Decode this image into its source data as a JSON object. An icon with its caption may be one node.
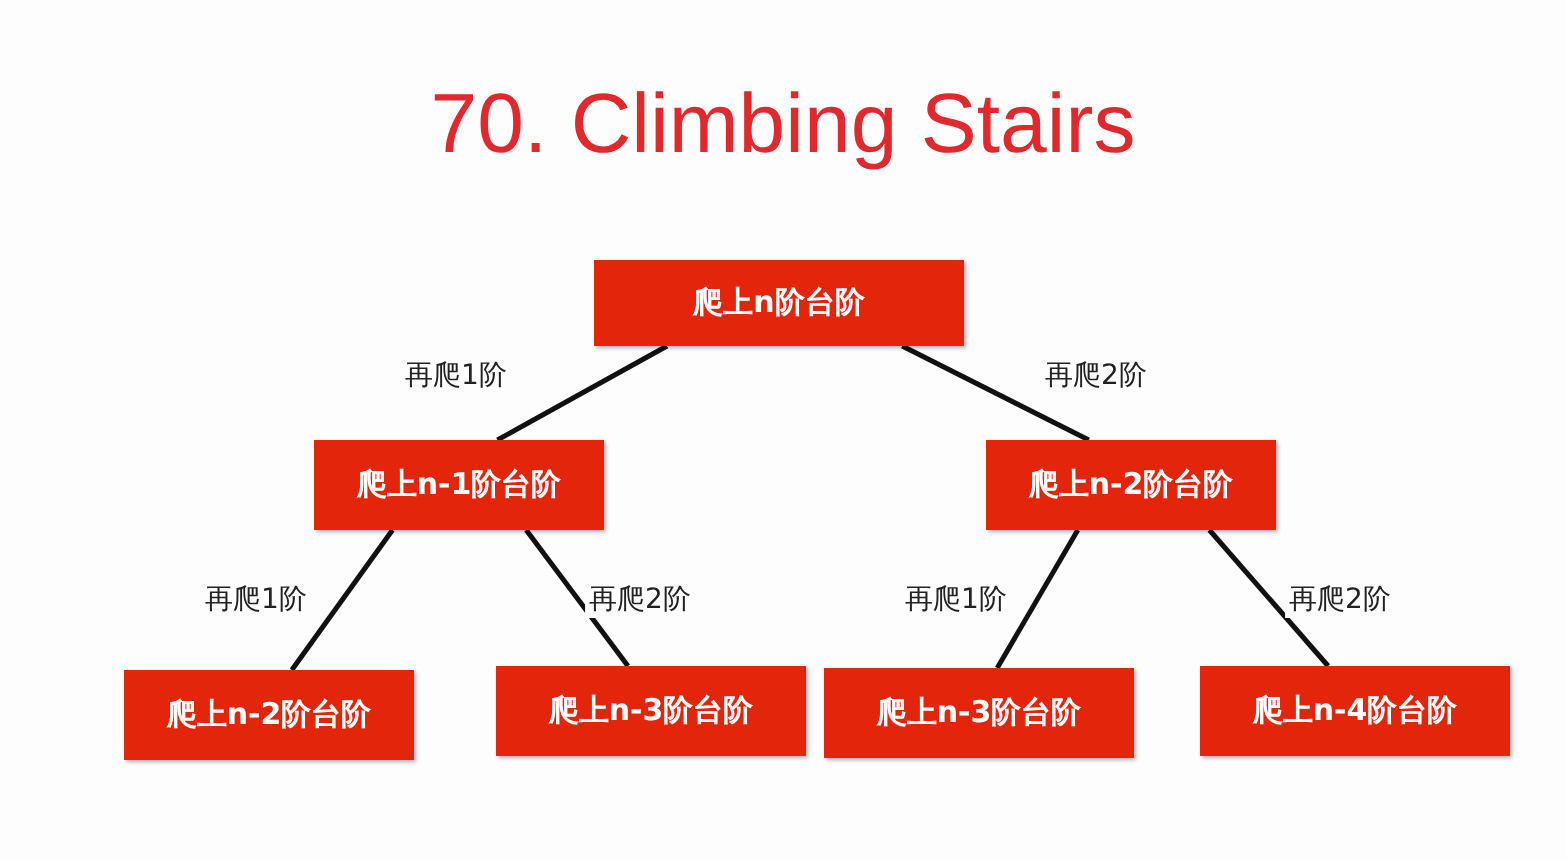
{
  "diagram": {
    "title": "70. Climbing Stairs",
    "nodes": [
      {
        "text": [
          "爬上n阶台阶"
        ]
      },
      {
        "text": [
          "爬上n-1阶台阶"
        ]
      },
      {
        "text": [
          "爬上n-2阶台阶"
        ]
      },
      {
        "text": [
          "爬上n-2阶台阶"
        ]
      },
      {
        "text": [
          "爬上n-3阶台阶"
        ]
      },
      {
        "text": [
          "爬上n-3阶台阶"
        ]
      },
      {
        "text": [
          "爬上n-4阶台阶"
        ]
      }
    ],
    "edges": [
      {
        "from": 0,
        "to": 1,
        "arrow": "none",
        "label": "再爬1阶"
      },
      {
        "from": 0,
        "to": 2,
        "arrow": "none",
        "label": "再爬2阶"
      },
      {
        "from": 1,
        "to": 3,
        "arrow": "none",
        "label": "再爬1阶"
      },
      {
        "from": 1,
        "to": 4,
        "arrow": "none",
        "label": "再爬2阶"
      },
      {
        "from": 2,
        "to": 5,
        "arrow": "none",
        "label": "再爬1阶"
      },
      {
        "from": 2,
        "to": 6,
        "arrow": "none",
        "label": "再爬2阶"
      }
    ]
  }
}
